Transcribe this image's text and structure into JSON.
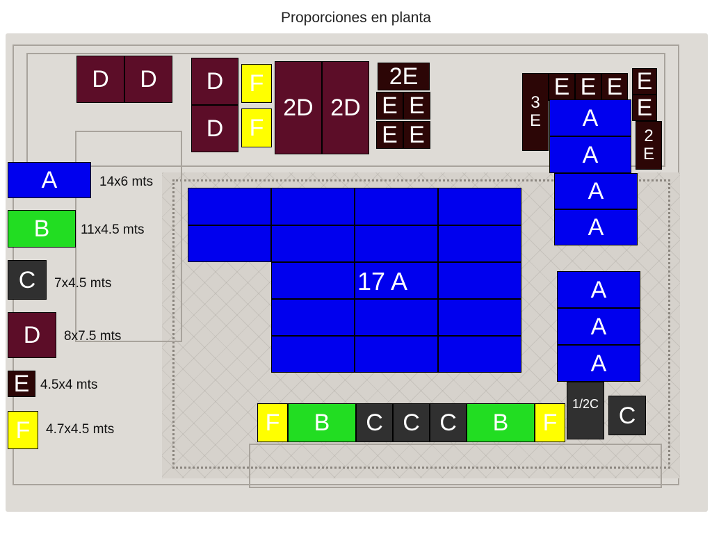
{
  "title": "Proporciones en planta",
  "legend": [
    {
      "letter": "A",
      "size": "14x6 mts"
    },
    {
      "letter": "B",
      "size": "11x4.5 mts"
    },
    {
      "letter": "C",
      "size": "7x4.5 mts"
    },
    {
      "letter": "D",
      "size": "8x7.5 mts"
    },
    {
      "letter": "E",
      "size": "4.5x4 mts"
    },
    {
      "letter": "F",
      "size": "4.7x4.5 mts"
    }
  ],
  "labels": {
    "A": "A",
    "B": "B",
    "C": "C",
    "D": "D",
    "E": "E",
    "F": "F",
    "two_d": "2D",
    "two_e": "2E",
    "three": "3",
    "two": "2",
    "seventeen_a": "17 A",
    "half_c": "1/2C"
  },
  "colors": {
    "A": "#0000ee",
    "B": "#22dd22",
    "C": "#303030",
    "D": "#5c0d28",
    "E": "#2c0606",
    "F": "#ffff00"
  }
}
